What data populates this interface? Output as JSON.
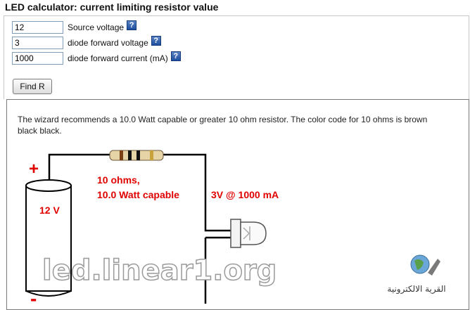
{
  "page": {
    "title": "LED calculator: current limiting resistor value"
  },
  "form": {
    "source_voltage": {
      "value": "12",
      "label": "Source voltage"
    },
    "diode_voltage": {
      "value": "3",
      "label": "diode forward voltage"
    },
    "diode_current": {
      "value": "1000",
      "label": "diode forward current (mA)"
    },
    "help_glyph": "?",
    "help_icon": "help-icon",
    "submit_label": "Find R"
  },
  "result": {
    "message": "The wizard recommends a 10.0 Watt capable or greater 10 ohm resistor. The color code for 10 ohms is brown black black.",
    "resistor_value": "10 ohms,",
    "resistor_watt": "10.0 Watt capable",
    "led_spec": "3V @ 1000 mA",
    "battery_voltage": "12 V",
    "plus_sign": "+",
    "minus_sign": "-",
    "watermark": "led.linear1.org",
    "logo_text": "القرية الالكترونية",
    "resistor_bands": [
      "#7a3f12",
      "#111111",
      "#111111",
      "#c8a23a"
    ]
  },
  "colors": {
    "accent_red": "#e00000",
    "help_blue": "#2a5aa8"
  }
}
